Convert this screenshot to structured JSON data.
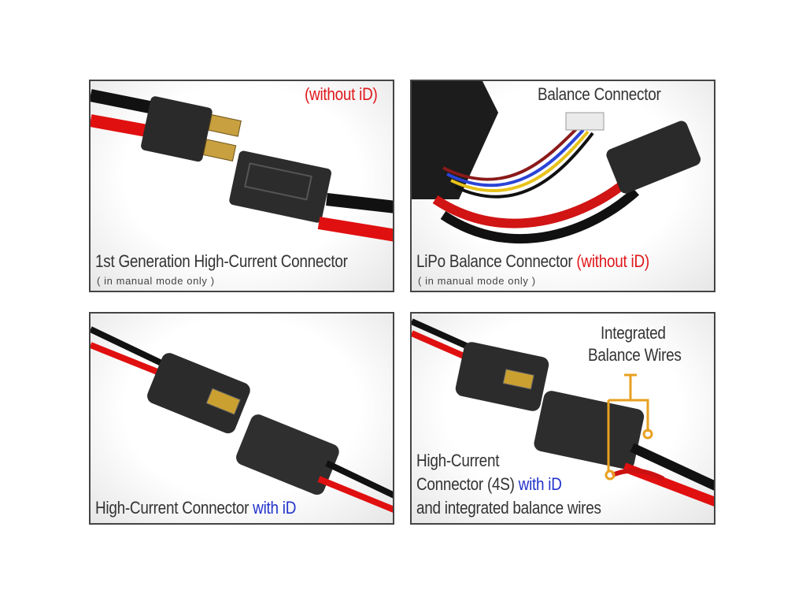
{
  "panels": [
    {
      "caption": "1st Generation High-Current Connector",
      "note": "( in manual mode only )",
      "badge": "(without iD)",
      "colors": {
        "badge": "#e0171b"
      }
    },
    {
      "caption": "LiPo Balance Connector",
      "badge": "(without iD)",
      "note": "( in manual mode only )",
      "callout": "Balance Connector",
      "colors": {
        "badge": "#e0171b"
      }
    },
    {
      "caption": "High-Current Connector",
      "badge": "with iD",
      "colors": {
        "badge": "#2233cc"
      }
    },
    {
      "caption_line1": "High-Current",
      "caption_line2": "Connector (4S)",
      "badge": "with iD",
      "caption_line3": "and integrated balance wires",
      "callout_line1": "Integrated",
      "callout_line2": "Balance Wires",
      "colors": {
        "badge": "#2233cc",
        "callout": "#e8a020"
      }
    }
  ]
}
